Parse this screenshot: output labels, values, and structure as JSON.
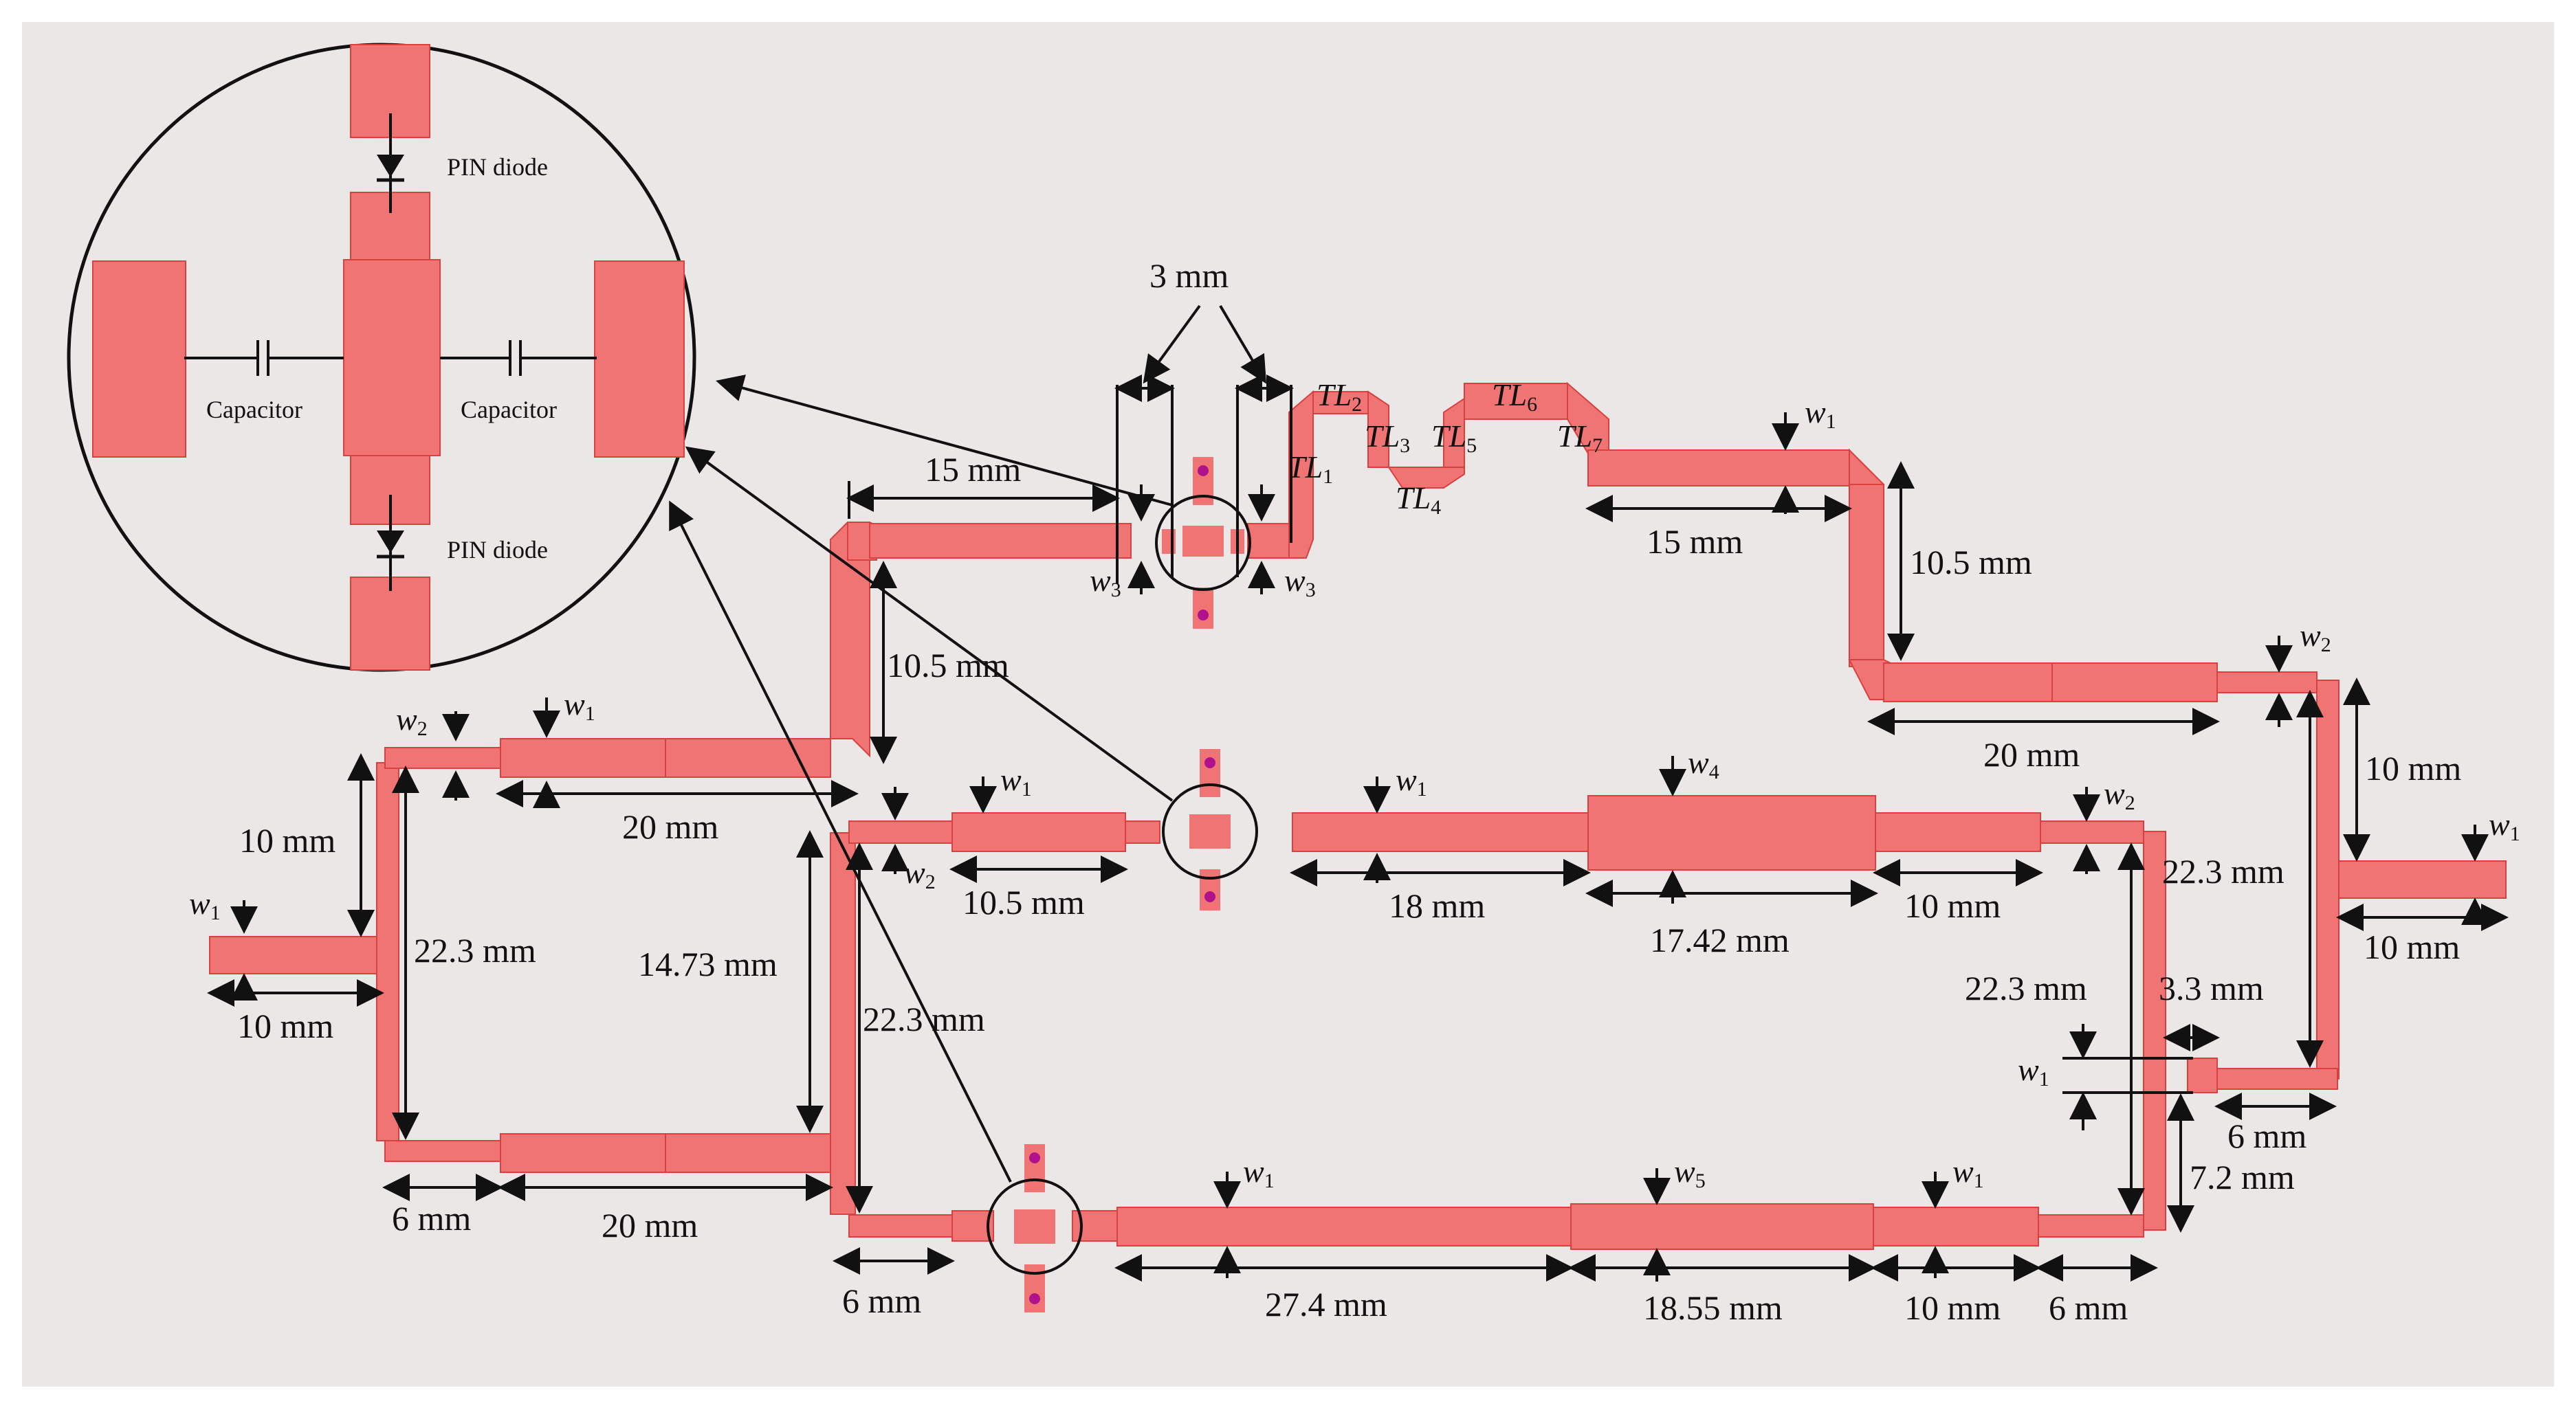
{
  "colors": {
    "background": "#ece7e7",
    "trace": "#f07474",
    "trace_edge": "#d94040",
    "line": "#111111",
    "via": "#b0128c"
  },
  "inset": {
    "labels": {
      "pin_top": "PIN diode",
      "pin_bottom": "PIN diode",
      "cap_left": "Capacitor",
      "cap_right": "Capacitor"
    }
  },
  "dimensions": {
    "d_3mm": "3 mm",
    "d_15mm_a": "15 mm",
    "d_15mm_b": "15 mm",
    "d_10_5_a": "10.5 mm",
    "d_10_5_b": "10.5 mm",
    "d_10_5_c": "10.5 mm",
    "d_20_a": "20 mm",
    "d_20_b": "20 mm",
    "d_20_c": "20 mm",
    "d_10_a": "10 mm",
    "d_10_b": "10 mm",
    "d_10_c": "10 mm",
    "d_10_d": "10 mm",
    "d_10_e": "10 mm",
    "d_10_f": "10 mm",
    "d_22_3_a": "22.3 mm",
    "d_22_3_b": "22.3 mm",
    "d_22_3_c": "22.3 mm",
    "d_22_3_d": "22.3 mm",
    "d_14_73": "14.73 mm",
    "d_6_a": "6 mm",
    "d_6_b": "6 mm",
    "d_6_c": "6 mm",
    "d_6_d": "6 mm",
    "d_18": "18 mm",
    "d_17_42": "17.42 mm",
    "d_27_4": "27.4 mm",
    "d_18_55": "18.55 mm",
    "d_3_3": "3.3 mm",
    "d_7_2": "7.2 mm"
  },
  "widths": {
    "w1": "w",
    "w1_sub": "1",
    "w2": "w",
    "w2_sub": "2",
    "w3": "w",
    "w3_sub": "3",
    "w4": "w",
    "w4_sub": "4",
    "w5": "w",
    "w5_sub": "5"
  },
  "lines": {
    "tl": "TL",
    "tl1": "1",
    "tl2": "2",
    "tl3": "3",
    "tl4": "4",
    "tl5": "5",
    "tl6": "6",
    "tl7": "7"
  }
}
